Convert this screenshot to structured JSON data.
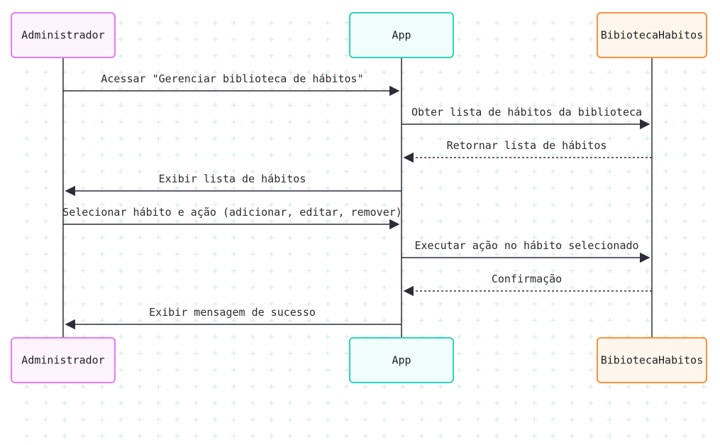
{
  "participants": [
    {
      "id": "administrador",
      "label": "Administrador",
      "border": "#e879f9",
      "fill": "#fdf4ff"
    },
    {
      "id": "app",
      "label": "App",
      "border": "#2dd4bf",
      "fill": "#f0fdfa"
    },
    {
      "id": "biblioteca",
      "label": "BibiotecaHabitos",
      "border": "#fb923c",
      "fill": "#fff7ed"
    }
  ],
  "messages": [
    {
      "from": "administrador",
      "to": "app",
      "text": "Acessar \"Gerenciar biblioteca de hábitos\"",
      "style": "solid"
    },
    {
      "from": "app",
      "to": "biblioteca",
      "text": "Obter lista de hábitos da biblioteca",
      "style": "solid"
    },
    {
      "from": "biblioteca",
      "to": "app",
      "text": "Retornar lista de hábitos",
      "style": "dotted"
    },
    {
      "from": "app",
      "to": "administrador",
      "text": "Exibir lista de hábitos",
      "style": "solid"
    },
    {
      "from": "administrador",
      "to": "app",
      "text": "Selecionar hábito e ação (adicionar, editar, remover)",
      "style": "solid"
    },
    {
      "from": "app",
      "to": "biblioteca",
      "text": "Executar ação no hábito selecionado",
      "style": "solid"
    },
    {
      "from": "biblioteca",
      "to": "app",
      "text": "Confirmação",
      "style": "dotted"
    },
    {
      "from": "app",
      "to": "administrador",
      "text": "Exibir mensagem de sucesso",
      "style": "solid"
    }
  ],
  "colors": {
    "line": "#2d2d3a",
    "grid": "#d6efe4"
  }
}
